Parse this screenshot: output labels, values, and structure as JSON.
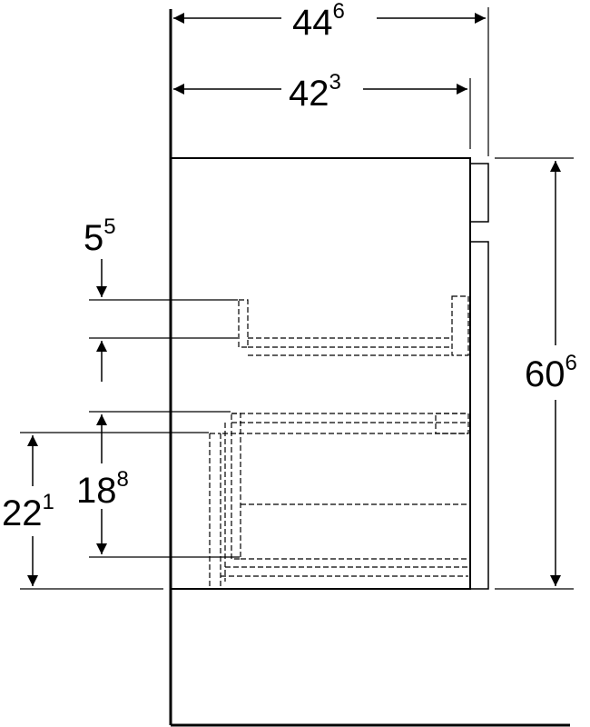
{
  "dimensions": {
    "total_depth": {
      "main": "44",
      "sup": "6"
    },
    "body_depth": {
      "main": "42",
      "sup": "3"
    },
    "height": {
      "main": "60",
      "sup": "6"
    },
    "upper_drawer": {
      "main": "5",
      "sup": "5"
    },
    "lower_drawer": {
      "main": "18",
      "sup": "8"
    },
    "drawer_height": {
      "main": "22",
      "sup": "1"
    }
  },
  "colors": {
    "line": "#000000",
    "background": "#ffffff"
  }
}
